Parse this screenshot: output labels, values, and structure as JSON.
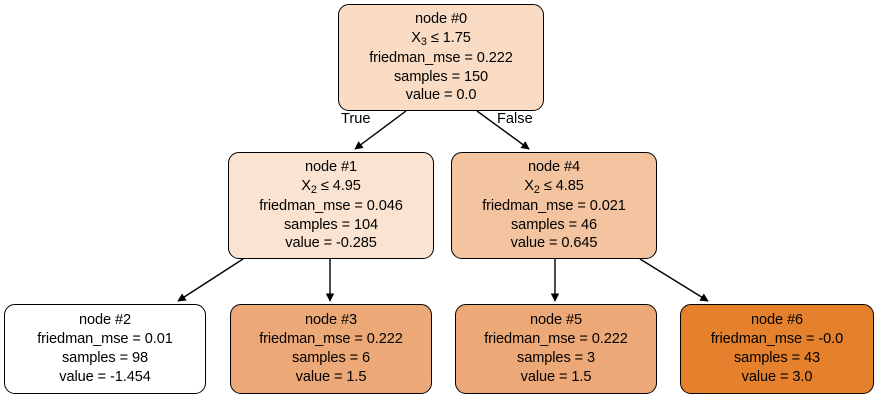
{
  "diagram": {
    "type": "decision-tree",
    "background_color": "#ffffff",
    "border_color": "#000000",
    "text_color": "#000000",
    "nodes": [
      {
        "id": "node-0",
        "title": "node #0",
        "condition_var": "X",
        "condition_sub": "3",
        "condition_rest": " ≤ 1.75",
        "criterion": "friedman_mse = 0.222",
        "samples": "samples = 150",
        "value": "value = 0.0",
        "fill": "#fadcc4"
      },
      {
        "id": "node-1",
        "title": "node #1",
        "condition_var": "X",
        "condition_sub": "2",
        "condition_rest": " ≤ 4.95",
        "criterion": "friedman_mse = 0.046",
        "samples": "samples = 104",
        "value": "value = -0.285",
        "fill": "#fae3d0"
      },
      {
        "id": "node-2",
        "title": "node #2",
        "criterion": "friedman_mse = 0.01",
        "samples": "samples = 98",
        "value": "value = -1.454",
        "fill": "#ffffff"
      },
      {
        "id": "node-3",
        "title": "node #3",
        "criterion": "friedman_mse = 0.222",
        "samples": "samples = 6",
        "value": "value = 1.5",
        "fill": "#eda877"
      },
      {
        "id": "node-4",
        "title": "node #4",
        "condition_var": "X",
        "condition_sub": "2",
        "condition_rest": " ≤ 4.85",
        "criterion": "friedman_mse = 0.021",
        "samples": "samples = 46",
        "value": "value = 0.645",
        "fill": "#f3c49f"
      },
      {
        "id": "node-5",
        "title": "node #5",
        "criterion": "friedman_mse = 0.222",
        "samples": "samples = 3",
        "value": "value = 1.5",
        "fill": "#eda877"
      },
      {
        "id": "node-6",
        "title": "node #6",
        "criterion": "friedman_mse = -0.0",
        "samples": "samples = 43",
        "value": "value = 3.0",
        "fill": "#e5812c"
      }
    ],
    "edge_labels": {
      "true_label": "True",
      "false_label": "False"
    }
  }
}
